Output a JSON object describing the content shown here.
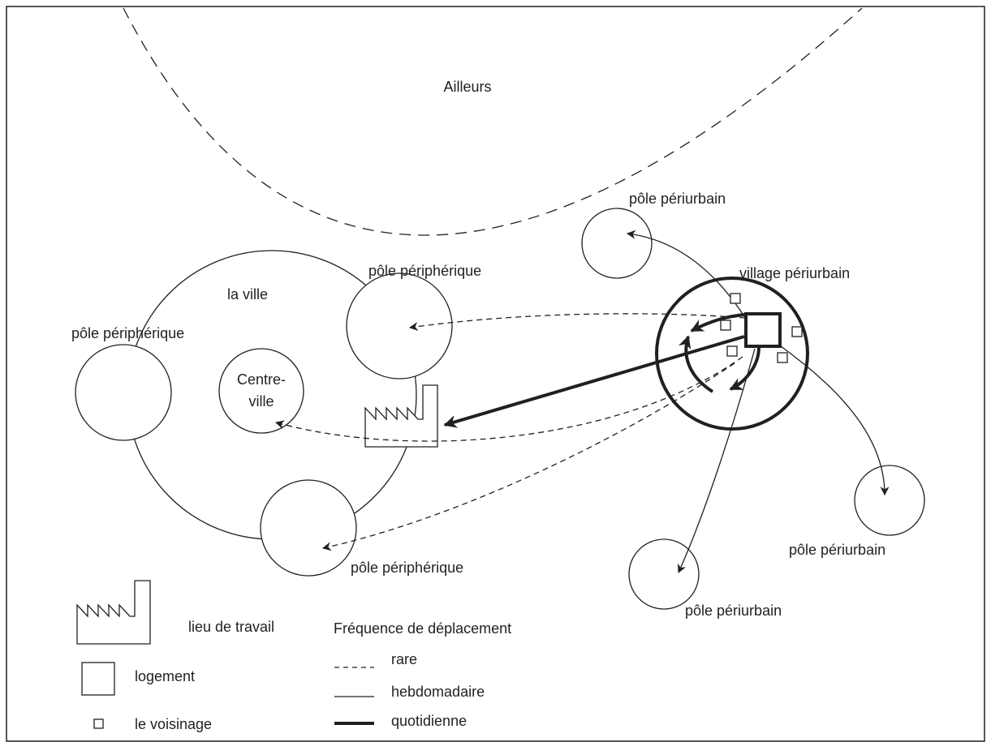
{
  "labels": {
    "ailleurs": "Ailleurs",
    "la_ville": "la ville",
    "centre_ville_line1": "Centre-",
    "centre_ville_line2": "ville",
    "pole_peripherique_top": "pôle périphérique",
    "pole_peripherique_left": "pôle périphérique",
    "pole_peripherique_bottom": "pôle périphérique",
    "pole_periurbain_top": "pôle périurbain",
    "pole_periurbain_right": "pôle périurbain",
    "pole_periurbain_bottom": "pôle périurbain",
    "village_periurbain": "village périurbain"
  },
  "legend": {
    "lieu_de_travail": "lieu de travail",
    "logement": "logement",
    "voisinage": "le voisinage",
    "frequency_title": "Fréquence de déplacement",
    "rare": "rare",
    "hebdomadaire": "hebdomadaire",
    "quotidienne": "quotidienne"
  },
  "colors": {
    "stroke": "#231f20",
    "background": "#ffffff"
  }
}
